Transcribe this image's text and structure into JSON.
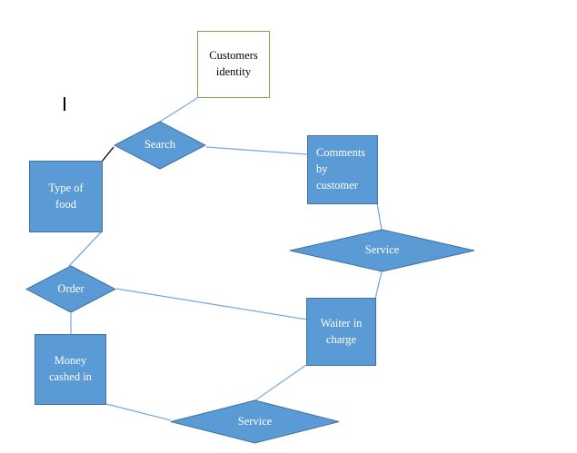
{
  "colors": {
    "shape_fill": "#5B9BD5",
    "shape_border": "#41719C",
    "entity_box_fill": "#FFFFFF",
    "entity_box_border": "#70AD47",
    "shape_text": "#FFFFFF",
    "entity_text": "#000000",
    "connector_blue": "#7FA9DC",
    "connector_black": "#000000",
    "background": "#FFFFFF"
  },
  "nodes": {
    "customers_identity": {
      "label": "Customers\nidentity",
      "shape": "rectangle"
    },
    "search": {
      "label": "Search",
      "shape": "diamond"
    },
    "comments_by_customer": {
      "label": "Comments\nby\ncustomer",
      "shape": "rectangle"
    },
    "type_of_food": {
      "label": "Type of\nfood",
      "shape": "rectangle"
    },
    "service_upper": {
      "label": "Service",
      "shape": "diamond"
    },
    "order": {
      "label": "Order",
      "shape": "diamond"
    },
    "waiter_in_charge": {
      "label": "Waiter in\ncharge",
      "shape": "rectangle"
    },
    "money_cashed_in": {
      "label": "Money\ncashed in",
      "shape": "rectangle"
    },
    "service_lower": {
      "label": "Service",
      "shape": "diamond"
    }
  },
  "edges": [
    {
      "from": "customers_identity",
      "to": "search",
      "color": "blue"
    },
    {
      "from": "search",
      "to": "comments_by_customer",
      "color": "blue"
    },
    {
      "from": "search",
      "to": "type_of_food",
      "color": "black"
    },
    {
      "from": "type_of_food",
      "to": "order",
      "color": "blue"
    },
    {
      "from": "order",
      "to": "waiter_in_charge",
      "color": "blue"
    },
    {
      "from": "order",
      "to": "money_cashed_in",
      "color": "blue"
    },
    {
      "from": "money_cashed_in",
      "to": "service_lower",
      "color": "blue"
    },
    {
      "from": "comments_by_customer",
      "to": "service_upper",
      "color": "blue"
    },
    {
      "from": "service_upper",
      "to": "waiter_in_charge",
      "color": "blue"
    },
    {
      "from": "waiter_in_charge",
      "to": "service_lower",
      "color": "blue"
    }
  ]
}
